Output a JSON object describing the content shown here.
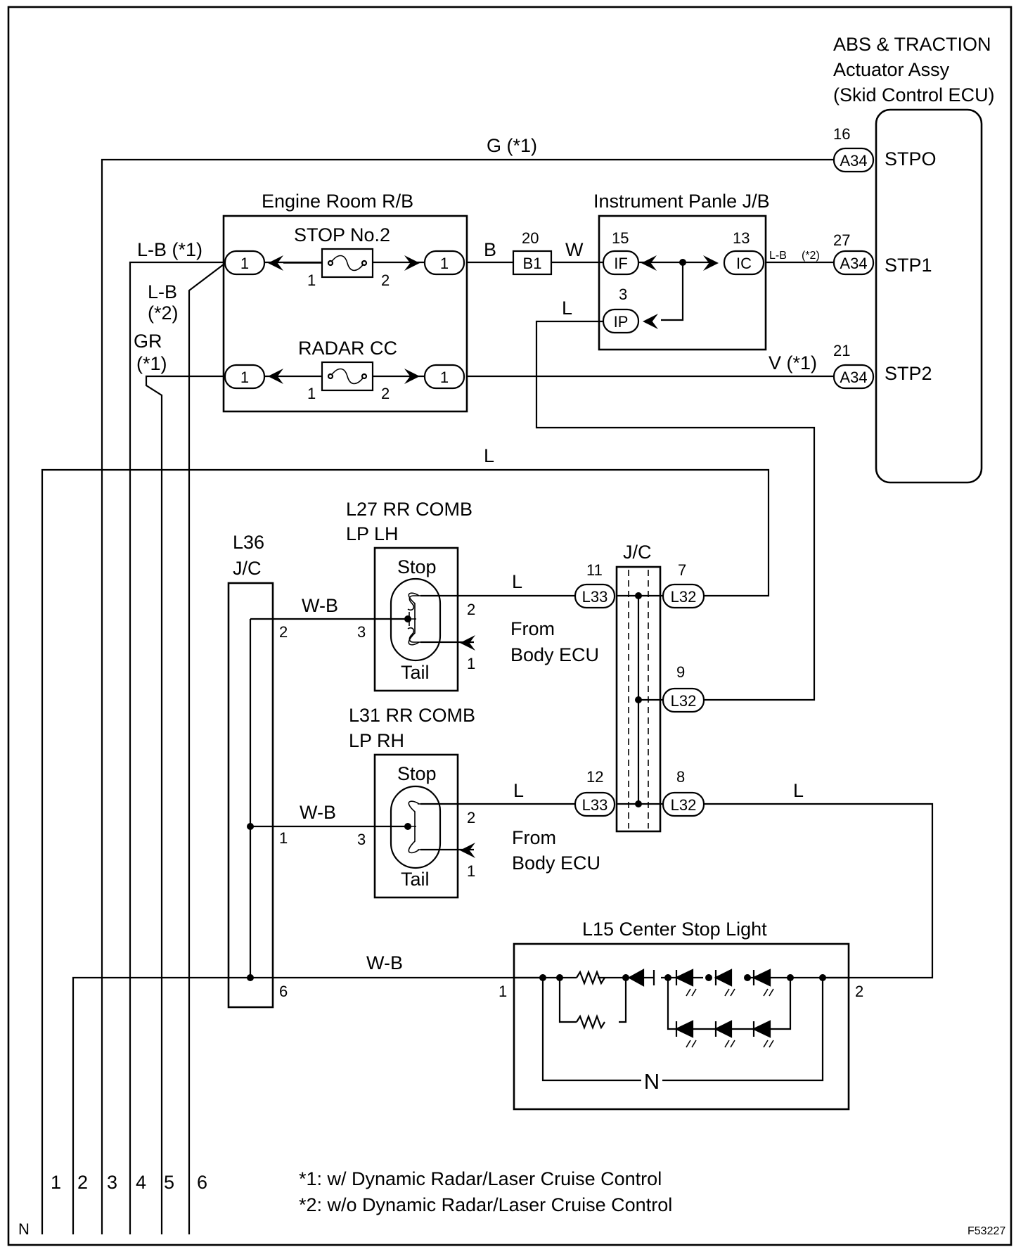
{
  "components": {
    "ecu": {
      "title_lines": [
        "ABS & TRACTION",
        "Actuator Assy",
        "(Skid Control ECU)"
      ],
      "terminals": [
        {
          "number": "16",
          "connector": "A34",
          "name": "STPO"
        },
        {
          "number": "27",
          "connector": "A34",
          "name": "STP1"
        },
        {
          "number": "21",
          "connector": "A34",
          "name": "STP2"
        }
      ]
    },
    "engine_rb": {
      "title": "Engine Room R/B",
      "fuses": [
        {
          "name": "STOP No.2",
          "left_pin": "1",
          "right_pin": "1",
          "fuse_left": "1",
          "fuse_right": "2"
        },
        {
          "name": "RADAR CC",
          "left_pin": "1",
          "right_pin": "1",
          "fuse_left": "1",
          "fuse_right": "2"
        }
      ]
    },
    "b1": {
      "number": "20",
      "connector": "B1"
    },
    "ipjb": {
      "title": "Instrument Panle J/B",
      "pins": [
        {
          "number": "15",
          "connector": "IF"
        },
        {
          "number": "13",
          "connector": "IC"
        },
        {
          "number": "3",
          "connector": "IP"
        }
      ]
    },
    "l27": {
      "title_lines": [
        "L27 RR COMB",
        "LP LH"
      ],
      "stop": "Stop",
      "tail": "Tail",
      "pins": [
        "2",
        "3",
        "1"
      ],
      "from_lines": [
        "From",
        "Body ECU"
      ]
    },
    "l31": {
      "title_lines": [
        "L31 RR COMB",
        "LP RH"
      ],
      "stop": "Stop",
      "tail": "Tail",
      "pins": [
        "2",
        "3",
        "1"
      ],
      "from_lines": [
        "From",
        "Body ECU"
      ]
    },
    "jc": {
      "title": "J/C",
      "pins": [
        {
          "number": "11",
          "connector": "L33"
        },
        {
          "number": "7",
          "connector": "L32"
        },
        {
          "number": "9",
          "connector": "L32"
        },
        {
          "number": "12",
          "connector": "L33"
        },
        {
          "number": "8",
          "connector": "L32"
        }
      ]
    },
    "l36": {
      "title_lines": [
        "L36",
        "J/C"
      ],
      "pins": [
        "2",
        "1",
        "6"
      ]
    },
    "l15": {
      "title": "L15 Center Stop Light",
      "pin_left": "1",
      "pin_right": "2",
      "inner_label": "N"
    }
  },
  "wire_labels": {
    "g_top": "G (*1)",
    "lb_left": "L-B  (*1)",
    "lb2": [
      "L-B",
      "(*2)"
    ],
    "gr1": [
      "GR",
      "(*1)"
    ],
    "b": "B",
    "w": "W",
    "lb_ic": "L-B",
    "lb_ic_note": "(*2)",
    "l_ip": "L",
    "v": "V (*1)",
    "l_long": "L",
    "wb_l27": "W-B",
    "l_l27": "L",
    "wb_l31": "W-B",
    "l_l31": "L",
    "l_8": "L",
    "wb_bottom": "W-B"
  },
  "bottom_numbers": [
    "1",
    "2",
    "3",
    "4",
    "5",
    "6"
  ],
  "notes": [
    "*1: w/ Dynamic Radar/Laser Cruise Control",
    "*2: w/o Dynamic Radar/Laser Cruise Control"
  ],
  "corner_left": "N",
  "figure_code": "F53227"
}
